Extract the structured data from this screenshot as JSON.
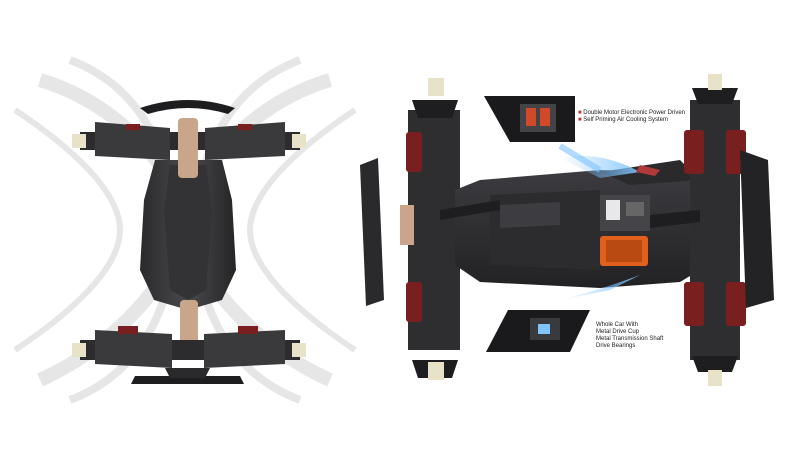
{
  "callouts": {
    "top": [
      "Double Motor Electronic Power Driven",
      "Self Priming Air Cooling System"
    ],
    "bottom": [
      "Whole Car With",
      "Metal Drive Cup",
      "Metal Transmission Shaft",
      "Drive Bearings"
    ]
  },
  "colors": {
    "chassis": "#3a3a3d",
    "chassis_dark": "#1e1e20",
    "copper": "#c9a58a",
    "shock_red": "#7a1f1f",
    "motor_orange": "#e0601c",
    "air_blue": "#7fc4ff",
    "watermark": "#e6e6e6"
  }
}
